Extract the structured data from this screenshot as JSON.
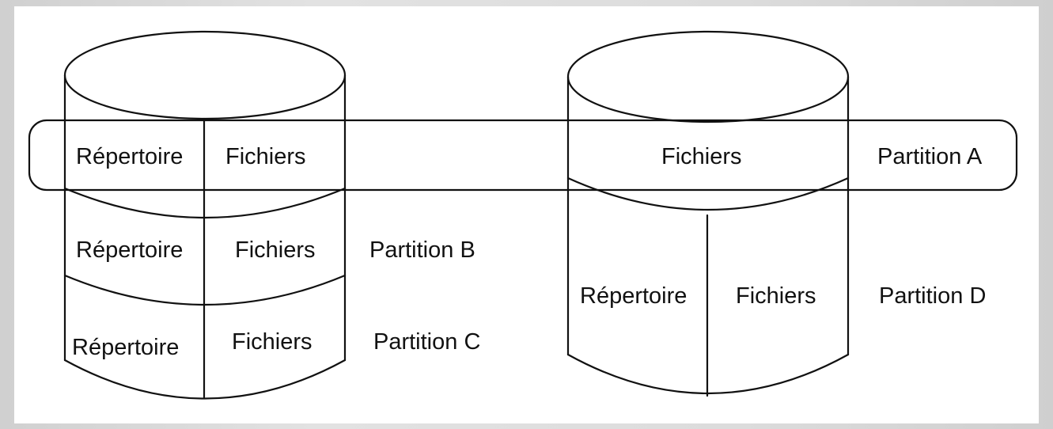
{
  "diagram": {
    "disk_left": {
      "partition_a": {
        "directory": "Répertoire",
        "files": "Fichiers"
      },
      "partition_b": {
        "directory": "Répertoire",
        "files": "Fichiers",
        "label": "Partition B"
      },
      "partition_c": {
        "directory": "Répertoire",
        "files": "Fichiers",
        "label": "Partition C"
      }
    },
    "disk_right": {
      "partition_a": {
        "files": "Fichiers",
        "label": "Partition A"
      },
      "partition_d": {
        "directory": "Répertoire",
        "files": "Fichiers",
        "label": "Partition D"
      }
    }
  }
}
